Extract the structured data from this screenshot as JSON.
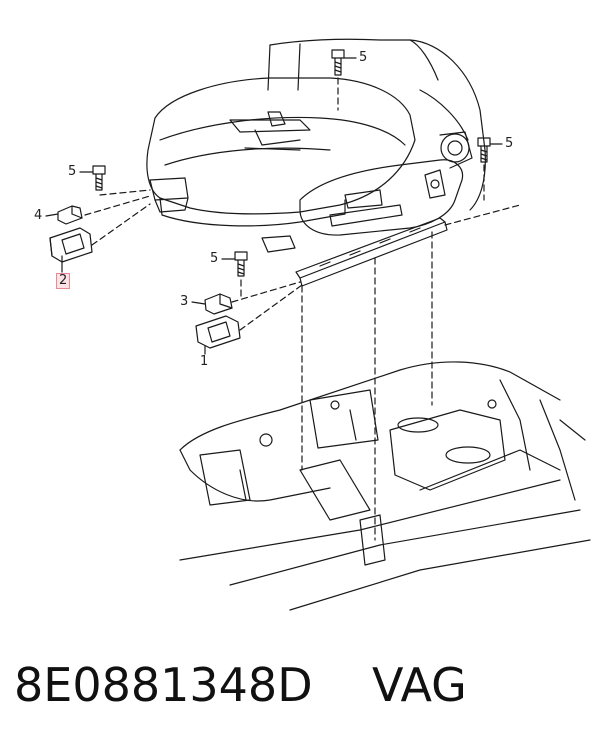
{
  "callouts": [
    {
      "id": "c5a",
      "label": "5"
    },
    {
      "id": "c5b",
      "label": "5"
    },
    {
      "id": "c5c",
      "label": "5"
    },
    {
      "id": "c5d",
      "label": "5"
    },
    {
      "id": "c4",
      "label": "4"
    },
    {
      "id": "c2",
      "label": "2",
      "highlighted": true
    },
    {
      "id": "c3",
      "label": "3"
    },
    {
      "id": "c1",
      "label": "1"
    }
  ],
  "footer": {
    "part_number": "8E0881348D",
    "brand": "VAG"
  },
  "colors": {
    "line": "#1a1a1a",
    "highlight_fill": "#fbe3e6",
    "highlight_border": "#e88a96"
  }
}
